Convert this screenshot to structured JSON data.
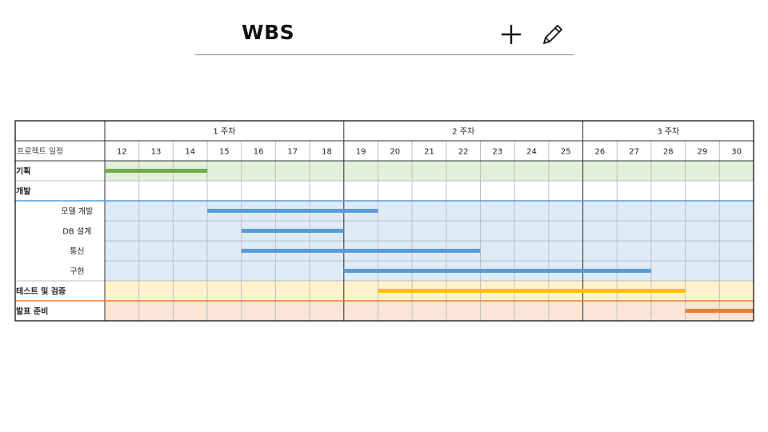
{
  "header": {
    "title": "WBS",
    "add_icon": "plus-icon",
    "edit_icon": "pencil-icon"
  },
  "wbs": {
    "weeks": [
      {
        "label": "1 주차",
        "days": 7
      },
      {
        "label": "2 주차",
        "days": 7
      },
      {
        "label": "3 주차",
        "days": 5
      }
    ],
    "days": [
      "12",
      "13",
      "14",
      "15",
      "16",
      "17",
      "18",
      "19",
      "20",
      "21",
      "22",
      "23",
      "24",
      "25",
      "26",
      "27",
      "28",
      "29",
      "30"
    ],
    "header_label": "프로젝트 일정",
    "rows": [
      {
        "label": "기획",
        "bold": true,
        "indent": false,
        "band": "green",
        "bar": {
          "start": "12",
          "end": "15"
        }
      },
      {
        "label": "개발",
        "bold": true,
        "indent": false,
        "band": "white",
        "bar": null
      },
      {
        "label": "모델 개발",
        "bold": false,
        "indent": true,
        "band": "blue",
        "bar": {
          "start": "15",
          "end": "20"
        }
      },
      {
        "label": "DB 설계",
        "bold": false,
        "indent": true,
        "band": "blue",
        "bar": {
          "start": "16",
          "end": "19"
        }
      },
      {
        "label": "통신",
        "bold": false,
        "indent": true,
        "band": "blue",
        "bar": {
          "start": "16",
          "end": "23"
        }
      },
      {
        "label": "구현",
        "bold": false,
        "indent": true,
        "band": "blue",
        "bar": {
          "start": "19",
          "end": "28"
        }
      },
      {
        "label": "테스트 및 검증",
        "bold": true,
        "indent": false,
        "band": "yellow",
        "bar": {
          "start": "20",
          "end": "29"
        }
      },
      {
        "label": "발표 준비",
        "bold": true,
        "indent": false,
        "band": "orange",
        "bar": {
          "start": "29",
          "end": "30"
        }
      }
    ],
    "colors": {
      "green_band": "#e2efda",
      "green_bar": "#70ad47",
      "blue_band": "#ddebf7",
      "blue_bar": "#5b9bd5",
      "yellow_band": "#fff2cc",
      "yellow_bar": "#ffc000",
      "orange_band": "#fce4d6",
      "orange_bar": "#ed7d31",
      "grid": "#bfbfbf",
      "border": "#000000",
      "blue_line": "#5b9bd5",
      "orange_line": "#ed7d31"
    }
  }
}
